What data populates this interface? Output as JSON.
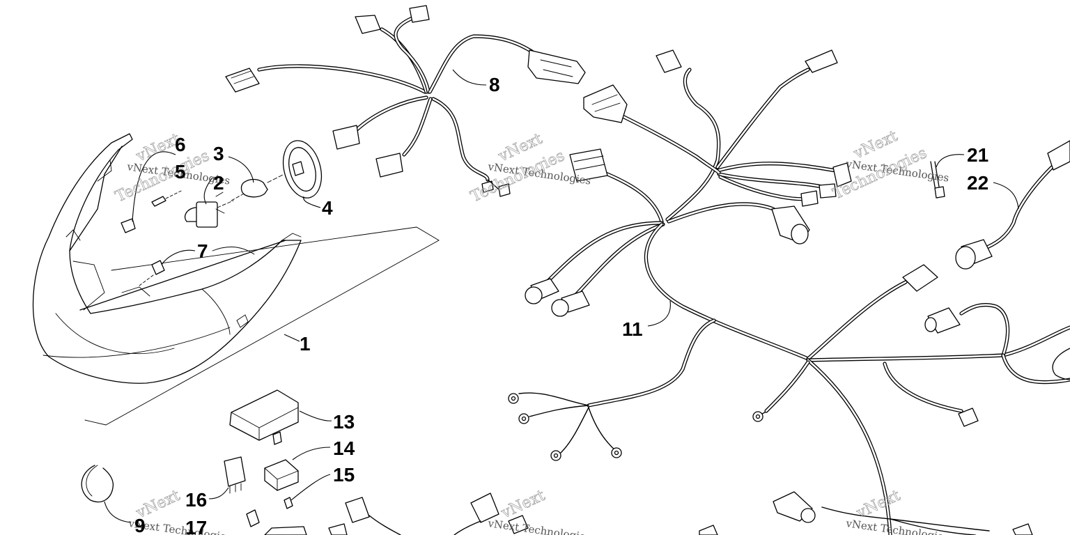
{
  "diagram": {
    "labels": {
      "n1": "1",
      "n2": "2",
      "n3": "3",
      "n4": "4",
      "n5": "5",
      "n6": "6",
      "n7": "7",
      "n8": "8",
      "n9": "9",
      "n11": "11",
      "n13": "13",
      "n14": "14",
      "n15": "15",
      "n16": "16",
      "n17": "17",
      "n21": "21",
      "n22": "22"
    },
    "watermark": {
      "line1": "vNext Technologies",
      "line2": "vNext",
      "line3": "Technologies"
    }
  }
}
